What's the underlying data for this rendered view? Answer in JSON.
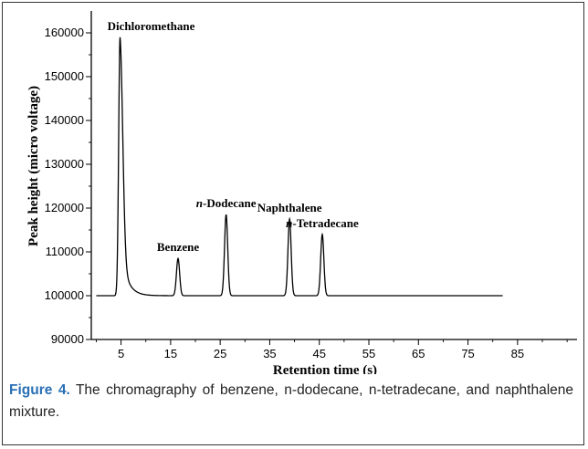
{
  "chart_data": {
    "type": "line",
    "xlabel": "Retention time (s)",
    "ylabel": "Peak height (micro voltage)",
    "xlim": [
      -1,
      97
    ],
    "ylim": [
      90000,
      165000
    ],
    "x_ticks": [
      5,
      15,
      25,
      35,
      45,
      55,
      65,
      75,
      85
    ],
    "y_ticks": [
      90000,
      100000,
      110000,
      120000,
      130000,
      140000,
      150000,
      160000
    ],
    "grid": false,
    "baseline": 100000,
    "trace_end": 82,
    "peaks": [
      {
        "name": "Dichloromethane",
        "x": 4.8,
        "y": 159000
      },
      {
        "name": "Benzene",
        "x": 16.5,
        "y": 108500
      },
      {
        "name": "n-Dodecane",
        "x": 26.2,
        "y": 118500
      },
      {
        "name": "Naphthalene",
        "x": 39.0,
        "y": 117500
      },
      {
        "name": "n-Tetradecane",
        "x": 45.6,
        "y": 114000
      }
    ]
  },
  "caption": {
    "label": "Figure 4.",
    "text": " The chromagraphy of benzene, n-dodecane, n-tetradecane, and naphthalene mixture."
  }
}
